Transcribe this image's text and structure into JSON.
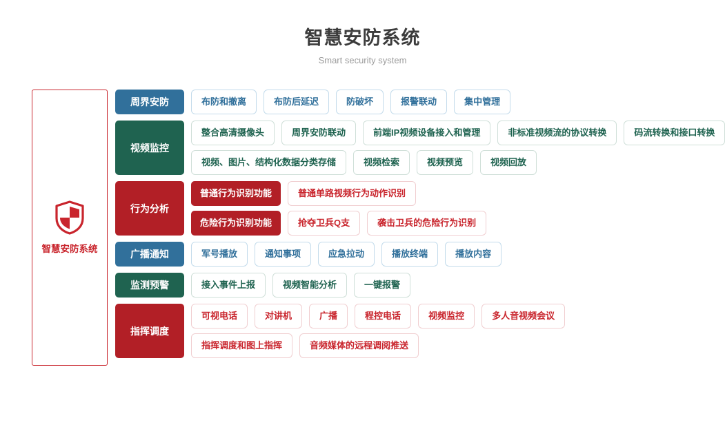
{
  "header": {
    "title": "智慧安防系统",
    "subtitle": "Smart security system"
  },
  "brand": {
    "icon": "shield-icon",
    "label": "智慧安防系统",
    "color": "#c9252d"
  },
  "colors": {
    "blue": "#31709b",
    "green": "#1f6350",
    "red": "#b21f26",
    "brand_red": "#c9252d",
    "title": "#3b3b3b",
    "subtitle": "#9b9b9b"
  },
  "rows": [
    {
      "category": "周界安防",
      "color": "blue",
      "lines": [
        {
          "items": [
            "布防和撤离",
            "布防后延迟",
            "防破坏",
            "报警联动",
            "集中管理"
          ]
        }
      ]
    },
    {
      "category": "视频监控",
      "color": "green",
      "lines": [
        {
          "items": [
            "整合高清摄像头",
            "周界安防联动",
            "前端IP视频设备接入和管理",
            "非标准视频流的协议转换",
            "码流转换和接口转换"
          ]
        },
        {
          "items": [
            "视频、图片、结构化数据分类存储",
            "视频检索",
            "视频预览",
            "视频回放"
          ]
        }
      ]
    },
    {
      "category": "行为分析",
      "color": "red",
      "lines": [
        {
          "sublabel": "普通行为识别功能",
          "items": [
            "普通单路视频行为动作识别"
          ]
        },
        {
          "sublabel": "危险行为识别功能",
          "items": [
            "抢夺卫兵Q支",
            "袭击卫兵的危险行为识别"
          ]
        }
      ]
    },
    {
      "category": "广播通知",
      "color": "blue",
      "lines": [
        {
          "items": [
            "军号播放",
            "通知事项",
            "应急拉动",
            "播放终端",
            "播放内容"
          ]
        }
      ]
    },
    {
      "category": "监测预警",
      "color": "green",
      "lines": [
        {
          "items": [
            "接入事件上报",
            "视频智能分析",
            "一键报警"
          ]
        }
      ]
    },
    {
      "category": "指挥调度",
      "color": "red",
      "lines": [
        {
          "items": [
            "可视电话",
            "对讲机",
            "广播",
            "程控电话",
            "视频监控",
            "多人音视频会议"
          ]
        },
        {
          "items": [
            "指挥调度和图上指挥",
            "音频媒体的远程调阅推送"
          ]
        }
      ]
    }
  ]
}
